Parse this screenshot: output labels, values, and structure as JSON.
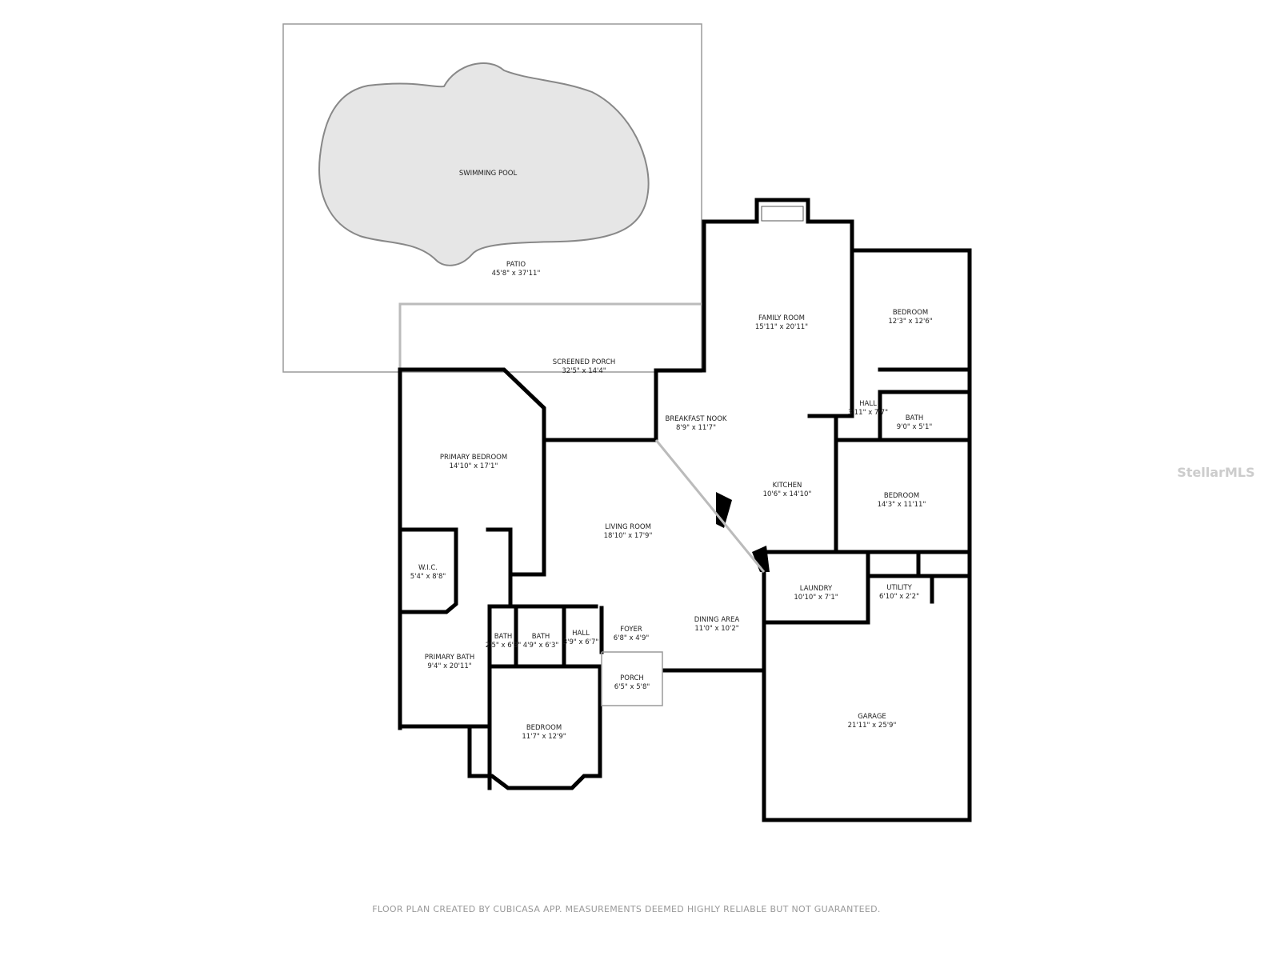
{
  "rooms": [
    {
      "name": "SWIMMING POOL",
      "dims": ""
    },
    {
      "name": "PATIO",
      "dims": "45'8\" x 37'11\""
    },
    {
      "name": "FAMILY ROOM",
      "dims": "15'11\" x 20'11\""
    },
    {
      "name": "BEDROOM",
      "dims": "12'3\" x 12'6\""
    },
    {
      "name": "SCREENED PORCH",
      "dims": "32'5\" x 14'4\""
    },
    {
      "name": "HALL",
      "dims": "3'11\" x 7'7\""
    },
    {
      "name": "BATH",
      "dims": "9'0\" x 5'1\""
    },
    {
      "name": "BREAKFAST NOOK",
      "dims": "8'9\" x 11'7\""
    },
    {
      "name": "PRIMARY BEDROOM",
      "dims": "14'10\" x 17'1\""
    },
    {
      "name": "KITCHEN",
      "dims": "10'6\" x 14'10\""
    },
    {
      "name": "BEDROOM",
      "dims": "14'3\" x 11'11\""
    },
    {
      "name": "LIVING ROOM",
      "dims": "18'10\" x 17'9\""
    },
    {
      "name": "W.I.C.",
      "dims": "5'4\" x 8'8\""
    },
    {
      "name": "LAUNDRY",
      "dims": "10'10\" x 7'1\""
    },
    {
      "name": "UTILITY",
      "dims": "6'10\" x 2'2\""
    },
    {
      "name": "DINING AREA",
      "dims": "11'0\" x 10'2\""
    },
    {
      "name": "FOYER",
      "dims": "6'8\" x 4'9\""
    },
    {
      "name": "BATH",
      "dims": "2'5\" x 6'3\""
    },
    {
      "name": "BATH",
      "dims": "4'9\" x 6'3\""
    },
    {
      "name": "HALL",
      "dims": "3'9\" x 6'7\""
    },
    {
      "name": "PRIMARY BATH",
      "dims": "9'4\" x 20'11\""
    },
    {
      "name": "PORCH",
      "dims": "6'5\" x 5'8\""
    },
    {
      "name": "BEDROOM",
      "dims": "11'7\" x 12'9\""
    },
    {
      "name": "GARAGE",
      "dims": "21'11\" x 25'9\""
    }
  ],
  "footer": "FLOOR PLAN CREATED BY CUBICASA APP. MEASUREMENTS DEEMED HIGHLY RELIABLE BUT NOT GUARANTEED.",
  "watermark": "StellarMLS",
  "colors": {
    "wall": "#000000",
    "pool": "#e6e6e6",
    "text": "#222222"
  }
}
